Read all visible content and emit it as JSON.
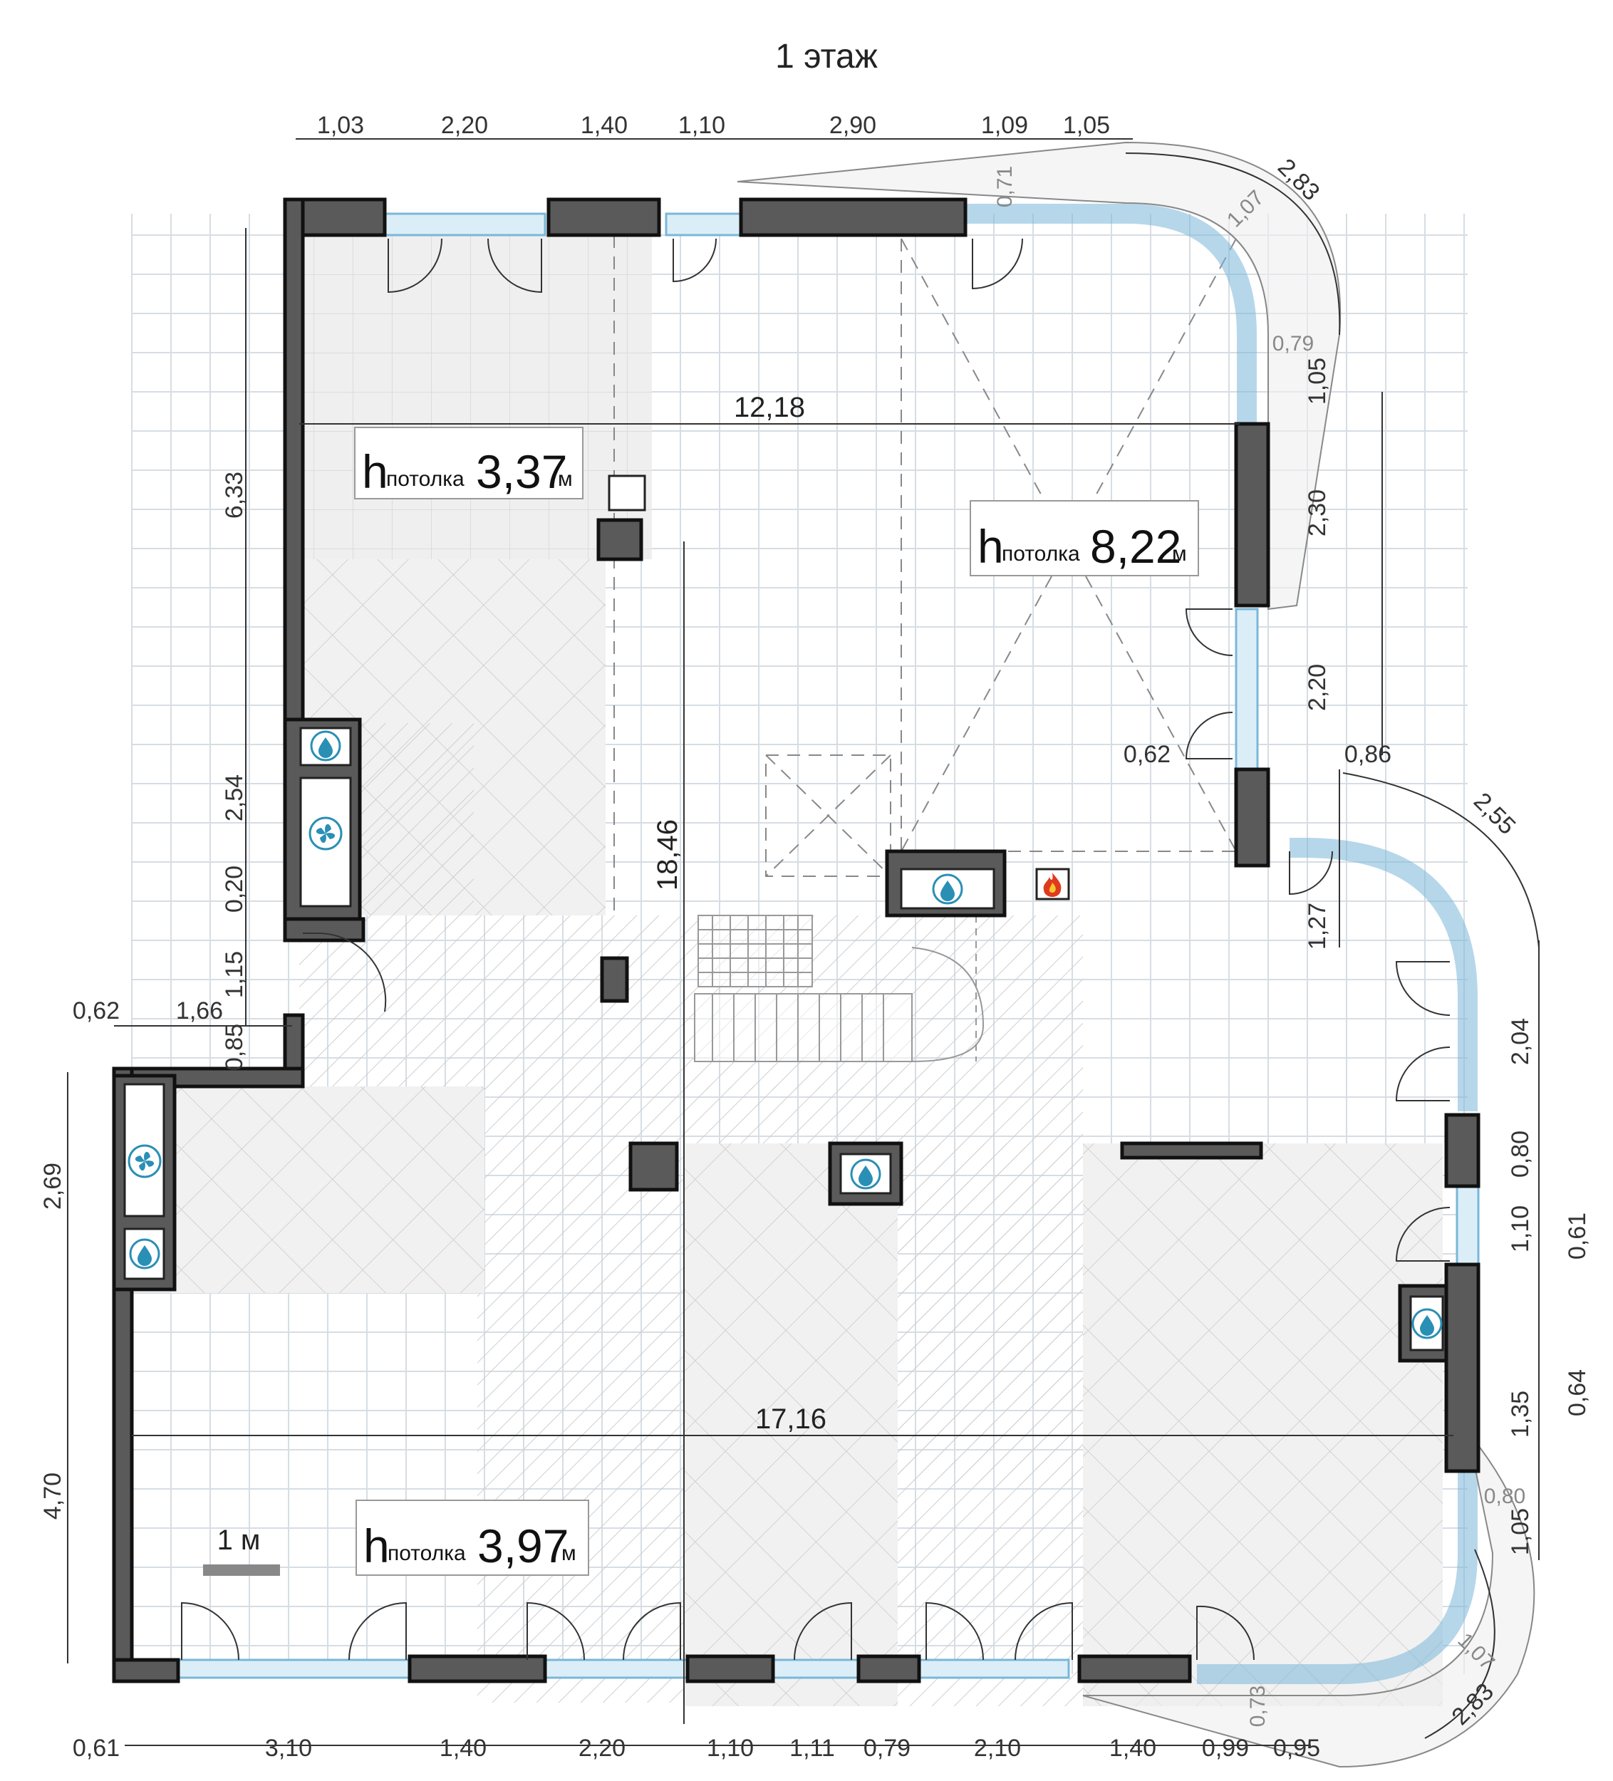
{
  "title": "1 этаж",
  "dimensions": {
    "top": [
      "1,03",
      "2,20",
      "1,40",
      "1,10",
      "2,90",
      "1,09",
      "1,05"
    ],
    "top_inner": "0,71",
    "corner_top_right": "2,83",
    "corner_top_right_inner": "1,07",
    "right_upper": [
      "0,79",
      "1,05",
      "2,30",
      "2,20"
    ],
    "mid_right_left": "0,62",
    "mid_right_right": "0,86",
    "corner_mid_right": "2,55",
    "right_lower": [
      "1,27",
      "2,04",
      "0,80",
      "1,10",
      "0,61",
      "0,64",
      "1,35",
      "0,80",
      "1,05"
    ],
    "corner_bottom_right": "2,83",
    "corner_bottom_right_inner": "1,07",
    "bottom": [
      "0,61",
      "3,10",
      "1,40",
      "2,20",
      "1,10",
      "1,11",
      "0,79",
      "2,10",
      "1,40",
      "0,99",
      "0,95"
    ],
    "bottom_inner": "0,73",
    "left_upper": [
      "6,33",
      "2,54",
      "0,20",
      "1,15",
      "0,85"
    ],
    "left_step": [
      "0,62",
      "1,66"
    ],
    "left_lower": [
      "2,69",
      "4,70"
    ],
    "width_upper": "12,18",
    "width_lower": "17,16",
    "height_total": "18,46"
  },
  "ceiling_labels": [
    {
      "prefix": "h",
      "sub": "потолка",
      "value": "3,37",
      "unit": "м"
    },
    {
      "prefix": "h",
      "sub": "потолка",
      "value": "8,22",
      "unit": "м"
    },
    {
      "prefix": "h",
      "sub": "потолка",
      "value": "3,97",
      "unit": "м"
    }
  ],
  "scale_label": "1 м",
  "icons": [
    "water-drop-icon",
    "fan-icon",
    "fire-icon"
  ]
}
